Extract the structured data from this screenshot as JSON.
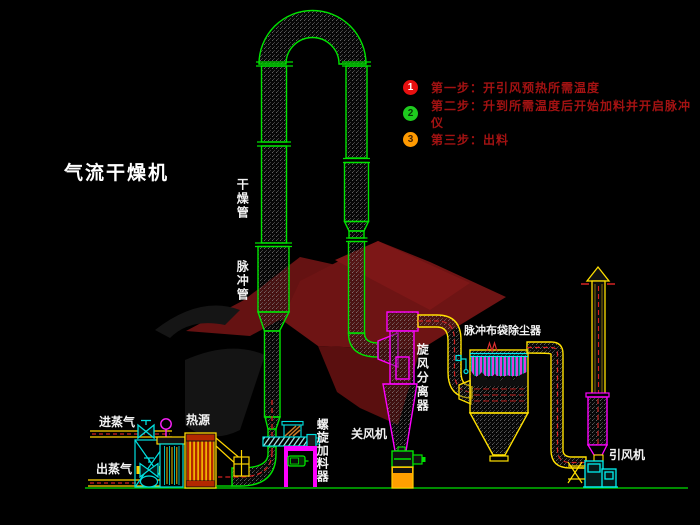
{
  "title": "气流干燥机",
  "steps": {
    "items": [
      {
        "num": "1",
        "text": "第一步：开引风预热所需温度",
        "circle_color": "#e81010"
      },
      {
        "num": "2",
        "text": "第二步：升到所需温度后开始加料并开启脉冲仪",
        "circle_color": "#1ecb1e"
      },
      {
        "num": "3",
        "text": "第三步：出料",
        "circle_color": "#ff9a00"
      }
    ],
    "text_color": "#a31212"
  },
  "labels": {
    "drying_pipe": "干燥管",
    "pulse_pipe": "脉冲管",
    "steam_in": "进蒸气",
    "heat_source": "热源",
    "steam_out": "出蒸气",
    "screw_feeder": "螺旋加料器",
    "rotary_valve": "关风机",
    "cyclone": "旋风分离器",
    "bag_filter": "脉冲布袋除尘器",
    "draft_fan": "引风机"
  },
  "colors": {
    "background": "#000000",
    "pipe_green": "#00e400",
    "equipment_magenta": "#ff00ff",
    "duct_yellow": "#ffe000",
    "cyan": "#00f0f0",
    "flow_dash_red": "#d42222",
    "ground_green": "#00bb00",
    "watermark_red": "#6e1414",
    "label_white": "#f2f2f2",
    "heater_fill": "#b32800",
    "bucket_orange": "#ff9f00"
  }
}
